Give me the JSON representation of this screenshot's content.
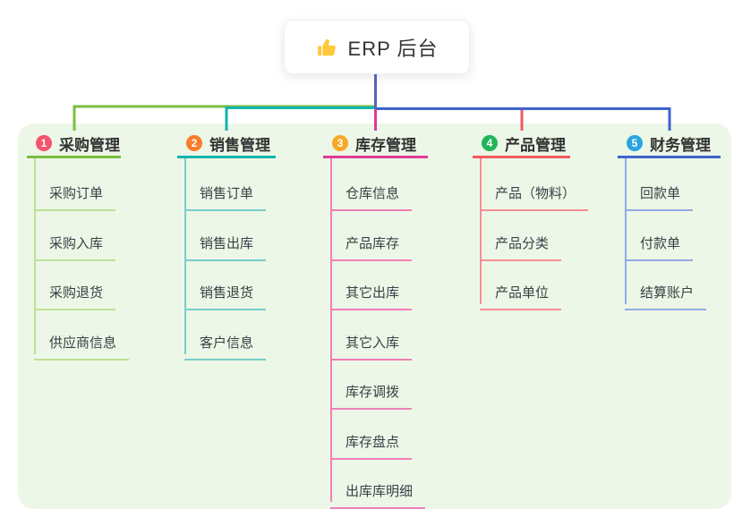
{
  "root": {
    "title": "ERP 后台",
    "icon": "thumbs-up-icon"
  },
  "branches": [
    {
      "index": "1",
      "title": "采购管理",
      "badge_color": "#F5526C",
      "line_color": "#7CBE3F",
      "child_line_color": "#BFE097",
      "children": [
        "采购订单",
        "采购入库",
        "采购退货",
        "供应商信息"
      ]
    },
    {
      "index": "2",
      "title": "销售管理",
      "badge_color": "#F87D2E",
      "line_color": "#12B5AE",
      "child_line_color": "#77CEC9",
      "children": [
        "销售订单",
        "销售出库",
        "销售退货",
        "客户信息"
      ]
    },
    {
      "index": "3",
      "title": "库存管理",
      "badge_color": "#F9A825",
      "line_color": "#E03A96",
      "child_line_color": "#EF7FB6",
      "children": [
        "仓库信息",
        "产品库存",
        "其它出库",
        "其它入库",
        "库存调拨",
        "库存盘点",
        "出库库明细"
      ]
    },
    {
      "index": "4",
      "title": "产品管理",
      "badge_color": "#22B55B",
      "line_color": "#F2595F",
      "child_line_color": "#F78F93",
      "children": [
        "产品（物料）",
        "产品分类",
        "产品单位"
      ]
    },
    {
      "index": "5",
      "title": "财务管理",
      "badge_color": "#2BA5DF",
      "line_color": "#3E63CC",
      "child_line_color": "#93AAE4",
      "children": [
        "回款单",
        "付款单",
        "结算账户"
      ]
    }
  ],
  "colors": {
    "panel_background": "#ECF7E7",
    "root_connector": "#5565C3",
    "title_text": "#333333",
    "child_text": "#3A3F45"
  }
}
